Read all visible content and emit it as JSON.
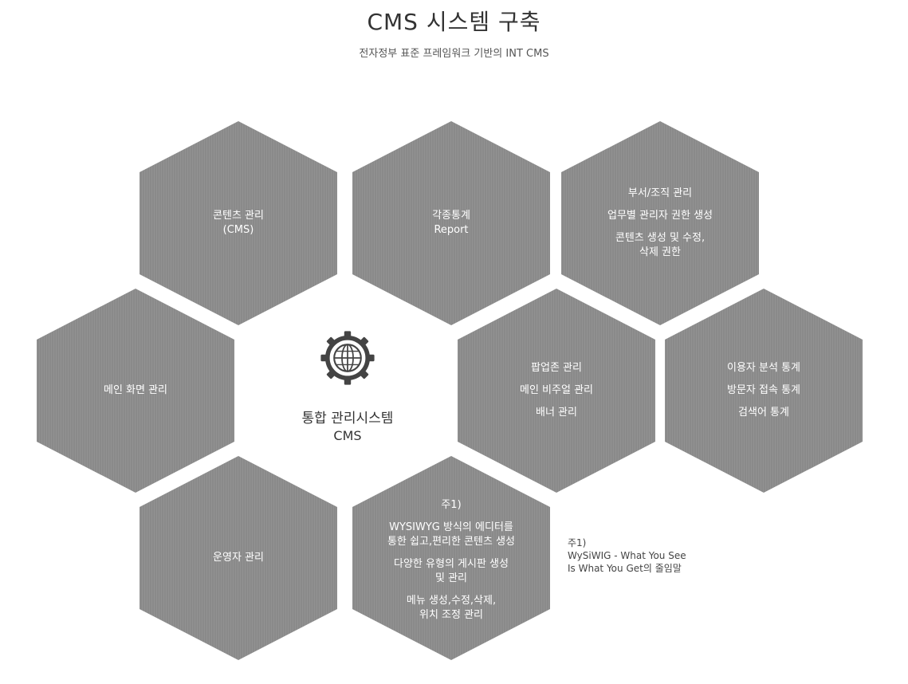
{
  "header": {
    "title": "CMS 시스템 구축",
    "subtitle": "전자정부 표준 프레임워크 기반의 INT CMS"
  },
  "center": {
    "icon": "globe-gear-icon",
    "title": "통합 관리시스템",
    "subtitle": "CMS"
  },
  "hexagons": {
    "content": {
      "lines": [
        "콘텐츠 관리",
        "(CMS)"
      ]
    },
    "stats": {
      "lines": [
        "각종통계",
        "Report"
      ]
    },
    "org": {
      "p1": "부서/조직 관리",
      "p2": "업무별 관리자 권한 생성",
      "p3a": "콘텐츠 생성 및 수정,",
      "p3b": "삭제 권한"
    },
    "main_screen": {
      "label": "메인 화면 관리"
    },
    "popup": {
      "p1": "팝업존 관리",
      "p2": "메인 비주얼 관리",
      "p3": "배너 관리"
    },
    "user_stats": {
      "p1": "이용자 분석 통계",
      "p2": "방문자 접속 통계",
      "p3": "검색어 통계"
    },
    "operator": {
      "label": "운영자 관리"
    },
    "editor": {
      "note": "주1)",
      "p1a": "WYSIWYG 방식의 에디터를",
      "p1b": "통한 쉽고,편리한 콘텐츠 생성",
      "p2a": "다양한 유형의 게시판 생성",
      "p2b": "및 관리",
      "p3a": "메뉴 생성,수정,삭제,",
      "p3b": "위치 조정 관리"
    }
  },
  "footnote": {
    "label": "주1)",
    "line1": "WySiWIG - What You See",
    "line2": "Is What You Get의 줄임말"
  },
  "colors": {
    "hex_fill": "#8a8a8a",
    "text_dark": "#333333"
  }
}
